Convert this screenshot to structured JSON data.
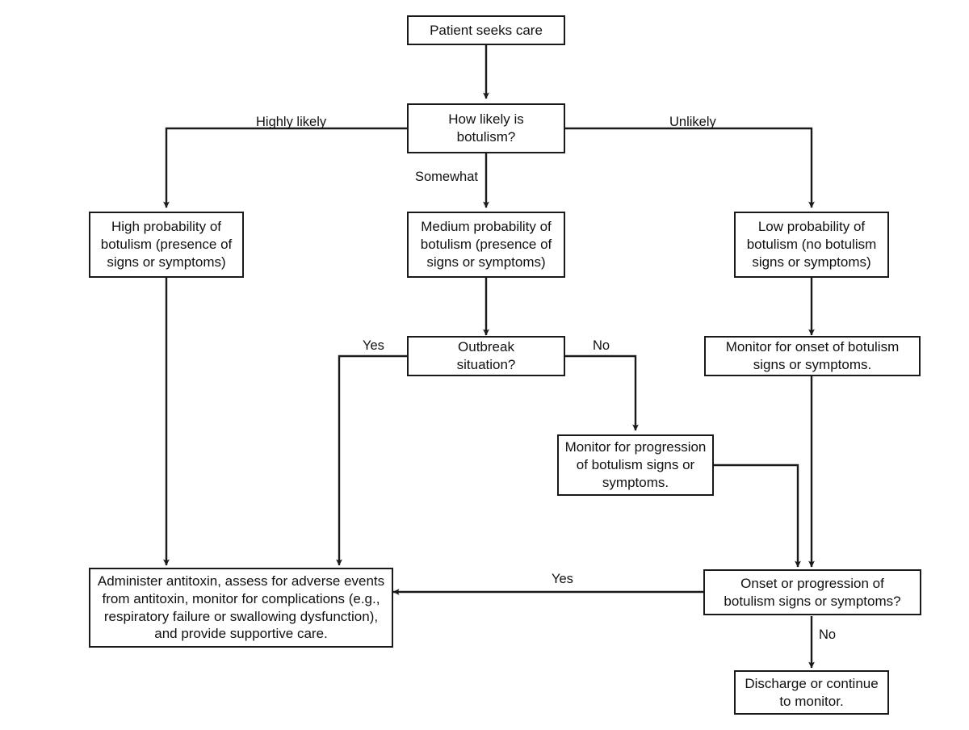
{
  "diagram": {
    "title": "Botulism clinical decision flowchart",
    "line_color": "#1a1a1a",
    "background_color": "#ffffff",
    "text_color": "#111111"
  },
  "nodes": {
    "patient_seeks_care": "Patient seeks care",
    "how_likely": "How likely is\nbotulism?",
    "high_probability": "High probability of\nbotulism (presence of\nsigns or symptoms)",
    "medium_probability": "Medium probability of\nbotulism (presence of\nsigns or symptoms)",
    "low_probability": "Low probability of\nbotulism (no botulism\nsigns or symptoms)",
    "outbreak_situation": "Outbreak\nsituation?",
    "monitor_onset": "Monitor for onset of botulism\nsigns or symptoms.",
    "monitor_progression": "Monitor for progression\nof botulism signs or\nsymptoms.",
    "administer_antitoxin": "Administer antitoxin, assess for adverse events\nfrom antitoxin,  monitor for complications (e.g.,\nrespiratory failure or swallowing dysfunction),\nand provide supportive care.",
    "onset_or_progression": "Onset or progression of\nbotulism signs or symptoms?",
    "discharge": "Discharge or continue\nto monitor."
  },
  "edge_labels": {
    "highly_likely": "Highly likely",
    "somewhat": "Somewhat",
    "unlikely": "Unlikely",
    "outbreak_yes": "Yes",
    "outbreak_no": "No",
    "onset_yes": "Yes",
    "onset_no": "No"
  }
}
